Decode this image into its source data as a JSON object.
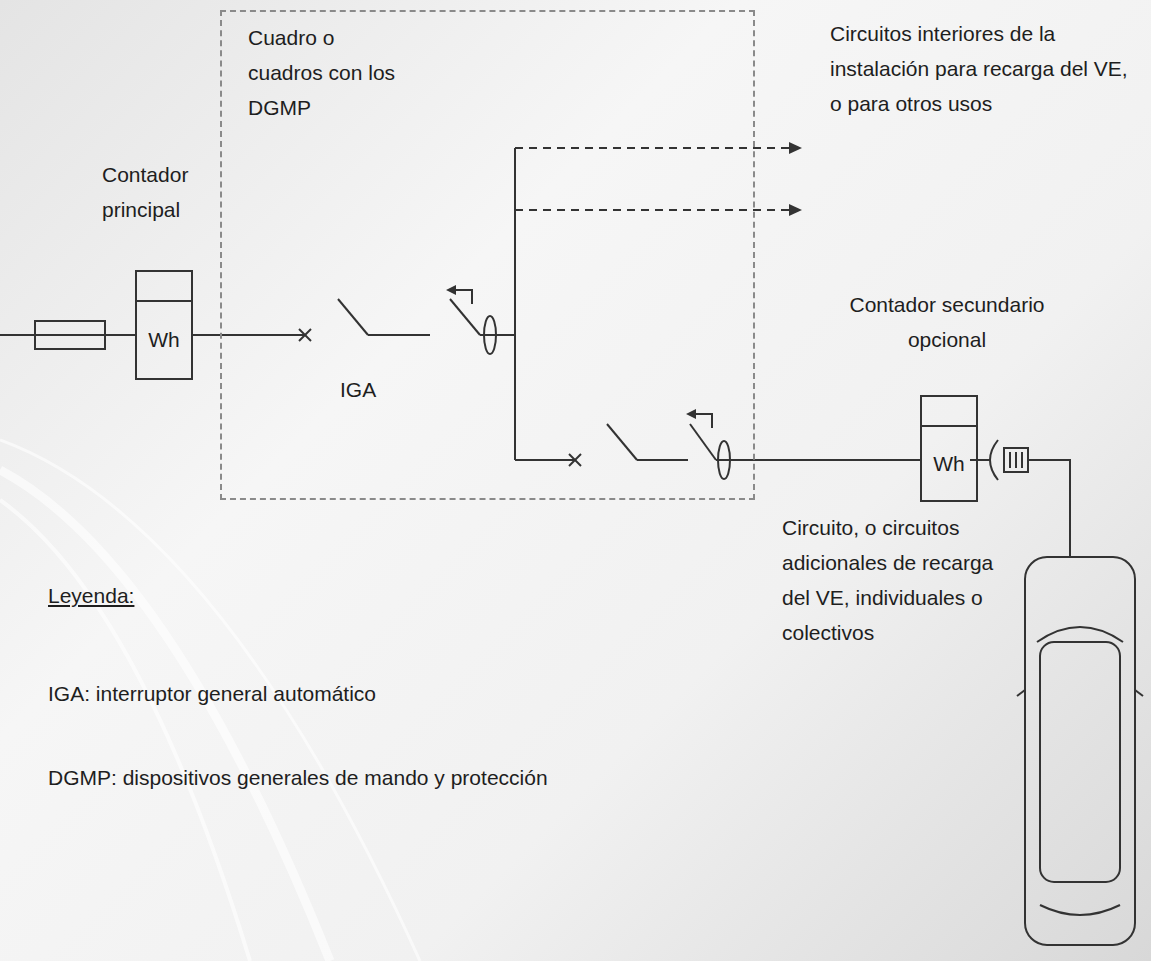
{
  "diagram": {
    "nodes": [
      {
        "text": [
          "Contador principal",
          "Wh"
        ]
      },
      {
        "text": [
          "Cuadro o cuadros con los DGMP"
        ]
      },
      {
        "text": [
          "Contador secundario opcional",
          "Wh"
        ]
      }
    ],
    "edges": [
      {
        "from": 0,
        "to": 1,
        "arrow": "none"
      },
      {
        "from": 1,
        "to": 2,
        "arrow": "none"
      }
    ],
    "labels": [
      "IGA",
      "Circuitos interiores de la instalación para recarga del VE, o para otros usos",
      "Circuito, o circuitos adicionales de recarga del VE, individuales o colectivos",
      "Leyenda:"
    ],
    "legend": [
      {
        "text": "IGA: interruptor general automático"
      },
      {
        "text": "DGMP: dispositivos generales de mando y protección"
      }
    ]
  }
}
